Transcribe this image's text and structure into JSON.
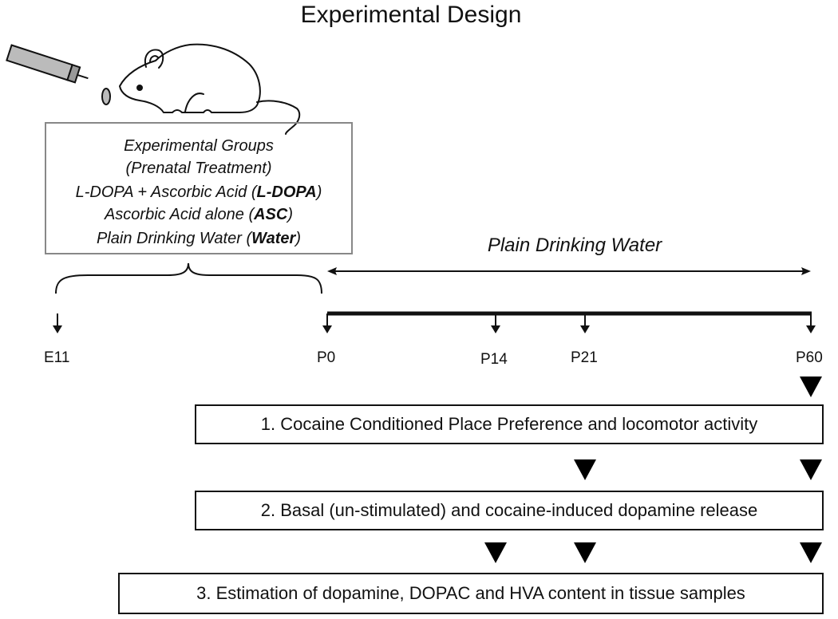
{
  "title": "Experimental Design",
  "groups": {
    "heading": "Experimental Groups",
    "subheading": "(Prenatal Treatment)",
    "items": [
      {
        "prefix": "L-DOPA + Ascorbic Acid ",
        "label": "L-DOPA"
      },
      {
        "prefix": "Ascorbic Acid alone ",
        "label": "ASC"
      },
      {
        "prefix": "Plain Drinking  Water ",
        "label": "Water"
      }
    ]
  },
  "postnatal_treatment": "Plain Drinking Water",
  "timepoints": [
    "E11",
    "P0",
    "P14",
    "P21",
    "P60"
  ],
  "steps": [
    {
      "label": "1. Cocaine Conditioned  Place Preference and locomotor activity",
      "timepoints": [
        "P60"
      ]
    },
    {
      "label": "2. Basal (un-stimulated) and cocaine-induced dopamine release",
      "timepoints": [
        "P21",
        "P60"
      ]
    },
    {
      "label": "3. Estimation of dopamine, DOPAC and HVA content in tissue samples",
      "timepoints": [
        "P14",
        "P21",
        "P60"
      ]
    }
  ],
  "icons": [
    "syringe-icon",
    "mouse-icon",
    "brace-icon"
  ]
}
